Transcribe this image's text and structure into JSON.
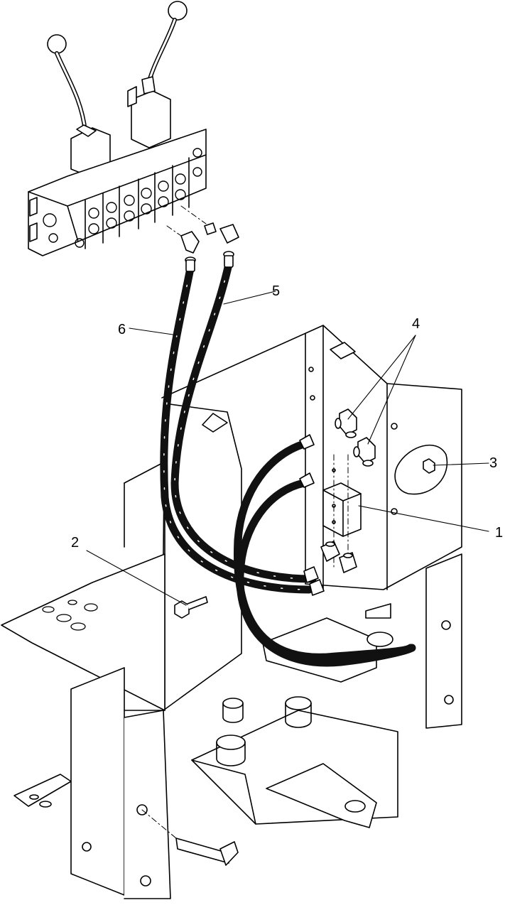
{
  "diagram": {
    "callouts": [
      {
        "id": "callout-1",
        "label": "1"
      },
      {
        "id": "callout-2",
        "label": "2"
      },
      {
        "id": "callout-3",
        "label": "3"
      },
      {
        "id": "callout-4",
        "label": "4"
      },
      {
        "id": "callout-5",
        "label": "5"
      },
      {
        "id": "callout-6",
        "label": "6"
      }
    ],
    "colors": {
      "ink": "#000000",
      "paper": "#ffffff",
      "hose": "#111111"
    }
  }
}
